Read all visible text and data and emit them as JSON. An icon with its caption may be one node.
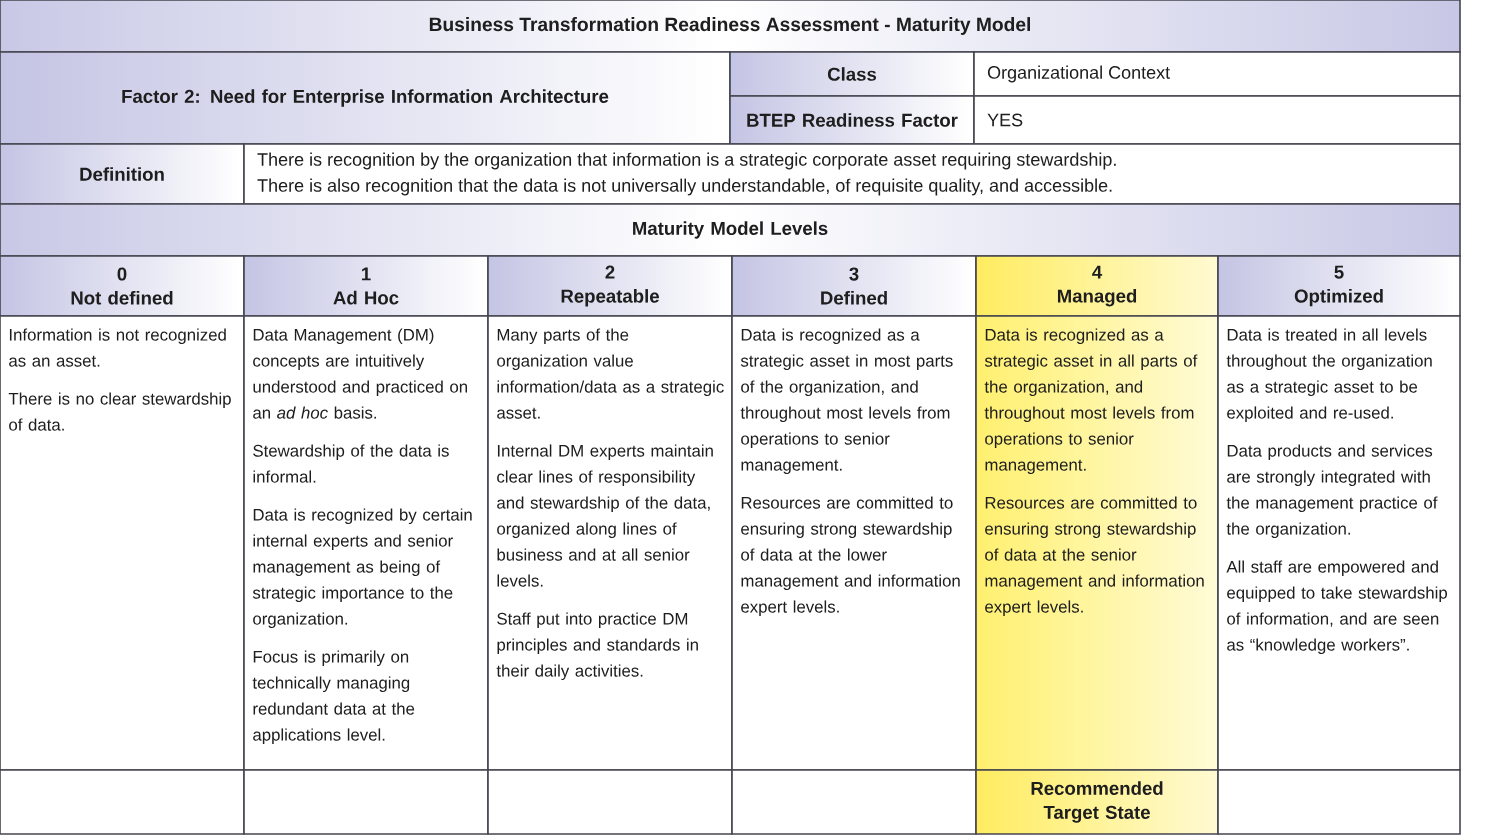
{
  "diagram": {
    "title": "Business Transformation Readiness Assessment - Maturity Model",
    "labels": [
      "Factor 2: Need for Enterprise Information Architecture",
      "Class",
      "Organizational Context",
      "BTEP Readiness Factor",
      "YES",
      "Definition",
      "There is recognition by the organization that information is a strategic corporate asset requiring stewardship.",
      "There is also recognition that the data is not universally understandable, of requisite quality, and accessible.",
      "Maturity Model Levels",
      "0",
      "Not defined",
      "1",
      "Ad Hoc",
      "2",
      "Repeatable",
      "3",
      "Defined",
      "4",
      "Managed",
      "5",
      "Optimized",
      "Information is not recognized as an asset.",
      "There is no clear stewardship of data.",
      "Data Management (DM) concepts are intuitively understood and practiced on an *ad hoc* basis.",
      "Stewardship of the data is informal.",
      "Data is recognized by certain internal experts and senior management as being of strategic importance to the organization.",
      "Focus is primarily on technically managing redundant data at the applications level.",
      "Many parts of the organization value information/data as a strategic asset.",
      "Internal DM experts maintain clear lines of responsibility and stewardship of the data, organized along lines of business and at all senior levels.",
      "Staff put into practice DM principles and standards in their daily activities.",
      "Data is recognized as a strategic asset in most parts of the organization, and throughout most levels from operations to senior management.",
      "Resources are committed to ensuring strong stewardship of data at the lower management and information expert levels.",
      "Data is recognized as a strategic asset in all parts of the organization, and throughout most levels from operations to senior management.",
      "Resources are committed to ensuring strong stewardship of data at the senior management and information expert levels.",
      "Data is treated in all levels throughout the organization as a strategic asset to be exploited and re-used.",
      "Data products and services are strongly integrated with the management practice of the organization.",
      "All staff are empowered and equipped to take stewardship of information, and are seen as “knowledge workers”.",
      "Recommended Target State"
    ]
  }
}
